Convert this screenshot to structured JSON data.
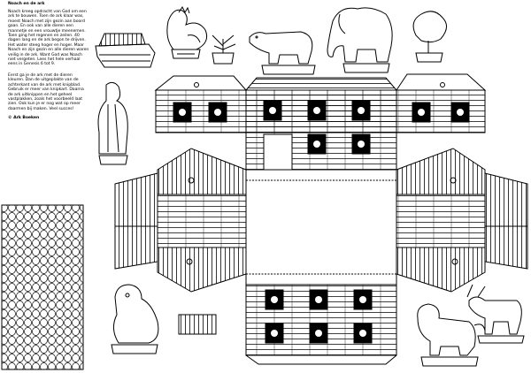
{
  "page": {
    "title": "Noach en de ark",
    "intro": "Noach kreeg opdracht van God om een ark te bouwen. Toen de ark klaar was, moest Noach met zijn gezin aan boord gaan. En ook van alle dieren een mannetje en een vrouwtje meenemen. Toen ging het regenen en zeilen. 40 dagen lang en de ark begon te drijven. Het water steeg hoger en hoger. Maar Noach en zijn gezin en alle dieren waren veilig in de ark. Want God was Noach niet vergeten. Lees het hele verhaal eens in Genesis 6 tot 9.",
    "instructions": "Eerst ga je de ark met de dieren kleuren. Dan de uitgeplakte van de achterkant van de ark met knipblad. Gebruik er meer van knipkart. Daarna de ark uitknippen en het geheel vastplakken, zoals het voorbeeld laat zien. Ook kun je er nog wat op meer daarmen bij maken. Veel succes!",
    "credit": "© Ark Boeken"
  },
  "colors": {
    "line": "#000000",
    "paper": "#ffffff"
  },
  "icons": [
    "ark-icon",
    "rooster-icon",
    "plant-icon",
    "bear-icon",
    "elephant-icon",
    "tree-icon",
    "noah-figure-icon",
    "monkey-icon",
    "lion-icon",
    "goat-icon",
    "window-animal-icon"
  ]
}
